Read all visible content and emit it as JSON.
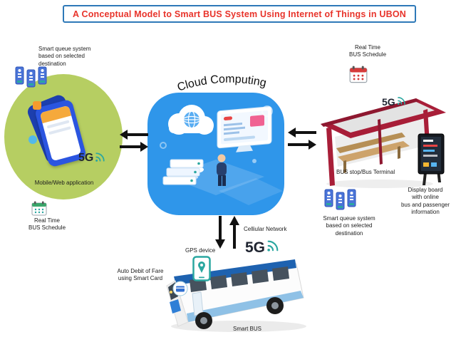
{
  "title": "A Conceptual Model to Smart BUS System Using Internet of Things in UBON",
  "colors": {
    "title_text": "#e8332a",
    "title_border": "#2e79b8",
    "green_bubble": "#b6ce62",
    "cloud_blue": "#2f96ea",
    "shelter_maroon": "#a81e38",
    "teal_accent": "#2aa7a0",
    "bus_blue": "#1e62b0",
    "kiosk_blue": "#4a74d8"
  },
  "cloud": {
    "label": "Cloud Computing"
  },
  "left": {
    "queue_label": "Smart queue system\nbased on selected\ndestination",
    "five_g": "5G",
    "app_label": "Mobile/Web application",
    "schedule_label": "Real Time\nBUS Schedule"
  },
  "right": {
    "schedule_label": "Real Time\nBUS Schedule",
    "five_g": "5G",
    "stop_label": "BUS stop/Bus Terminal",
    "display_label": "Display board\nwith online\nbus and passenger\ninformation",
    "queue_label": "Smart queue system\nbased on selected\ndestination"
  },
  "bottom": {
    "network_label": "Celliular Network",
    "gps_label": "GPS device",
    "five_g": "5G",
    "fare_label": "Auto Debit of Fare\nusing Smart Card",
    "bus_label": "Smart BUS"
  },
  "icons": {
    "signal": "wifi-arcs",
    "queue": "ticket-kiosks",
    "calendar": "calendar-grid",
    "gps": "map-pin-phone",
    "display": "led-board",
    "arrows": "black-double-arrows"
  }
}
